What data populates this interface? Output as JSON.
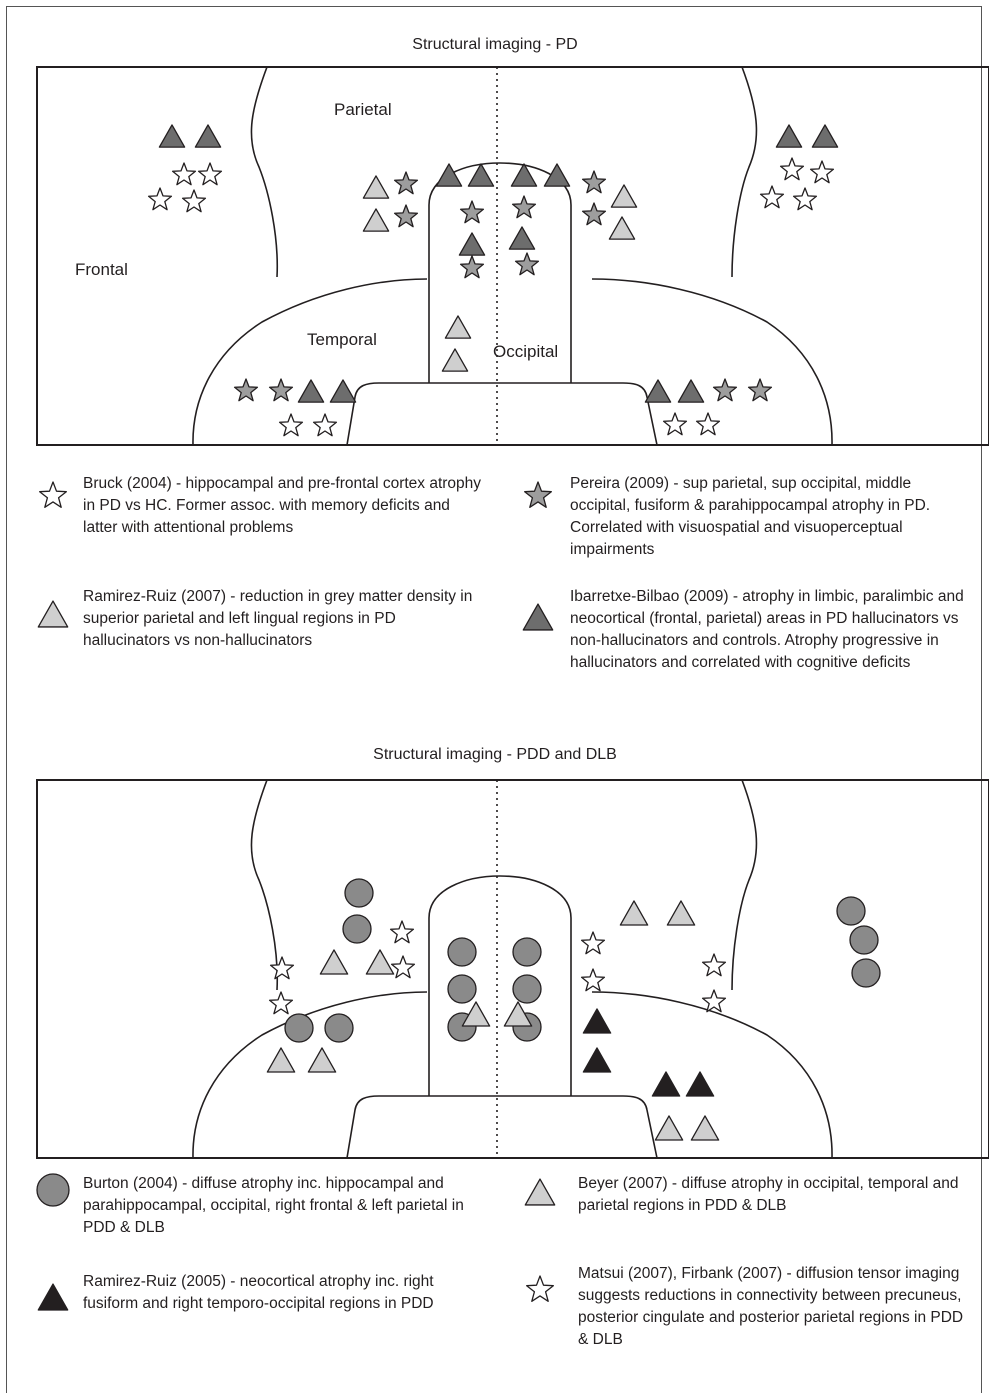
{
  "colors": {
    "star_white": "#ffffff",
    "star_grey": "#9d9d9d",
    "tri_light": "#cfcfcf",
    "tri_dark": "#6d6d6d",
    "tri_black": "#231f20",
    "circle_grey": "#8a8a8a",
    "outline": "#231f20"
  },
  "panel_pd": {
    "title": "Structural imaging - PD",
    "regions": {
      "parietal": "Parietal",
      "frontal": "Frontal",
      "temporal": "Temporal",
      "occipital": "Occipital"
    },
    "legend": [
      {
        "icon": "white-star",
        "text": "Bruck (2004) - hippocampal and pre-frontal cortex atrophy in PD vs HC. Former assoc. with memory deficits and latter with attentional problems"
      },
      {
        "icon": "grey-star",
        "text": "Pereira (2009) - sup parietal, sup occipital, middle occipital, fusiform & parahippocampal atrophy in PD. Correlated with visuospatial and visuoperceptual impairments"
      },
      {
        "icon": "light-triangle",
        "text": "Ramirez-Ruiz (2007) - reduction in grey matter density in superior parietal and left lingual regions in PD hallucinators vs non-hallucinators"
      },
      {
        "icon": "dark-triangle",
        "text": "Ibarretxe-Bilbao (2009) -  atrophy in limbic, paralimbic and neocortical (frontal, parietal) areas in PD hallucinators vs non-hallucinators and controls. Atrophy progressive in hallucinators and correlated with cognitive deficits"
      }
    ]
  },
  "panel_pdd": {
    "title": "Structural imaging - PDD and DLB",
    "legend": [
      {
        "icon": "grey-circle",
        "text": "Burton (2004) - diffuse atrophy inc. hippocampal and parahippocampal, occipital, right frontal & left parietal in PDD & DLB"
      },
      {
        "icon": "light-triangle",
        "text": "Beyer (2007) - diffuse atrophy in occipital, temporal and parietal regions in PDD & DLB"
      },
      {
        "icon": "black-triangle",
        "text": "Ramirez-Ruiz (2005) - neocortical atrophy inc. right fusiform and right temporo-occipital regions in PDD"
      },
      {
        "icon": "white-star",
        "text": "Matsui (2007), Firbank (2007) - diffusion tensor imaging suggests reductions in connectivity between precuneus, posterior cingulate and posterior parietal regions in PDD & DLB"
      }
    ]
  }
}
